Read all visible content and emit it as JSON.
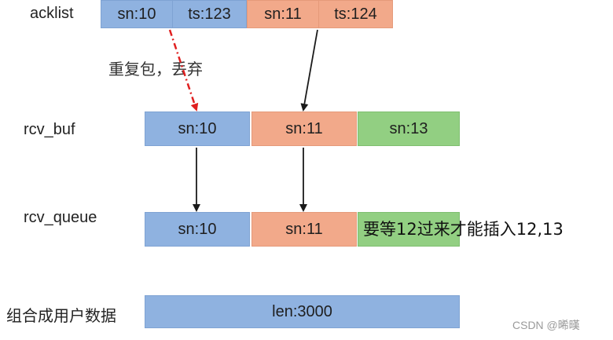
{
  "labels": {
    "acklist": "acklist",
    "rcv_buf": "rcv_buf",
    "rcv_queue": "rcv_queue",
    "combine": "组合成用户数据"
  },
  "acklist": [
    {
      "sn": "sn:10",
      "ts": "ts:123",
      "color": "#8fb2e0"
    },
    {
      "sn": "sn:11",
      "ts": "ts:124",
      "color": "#f2a98a"
    }
  ],
  "rcv_buf": [
    "sn:10",
    "sn:11",
    "sn:13"
  ],
  "rcv_queue": [
    "sn:10",
    "sn:11"
  ],
  "notes": {
    "duplicate": "重复包，丢弃",
    "waiting": "要等12过来才能插入12,13"
  },
  "user_data": "len:3000",
  "watermark": "CSDN @晞暵",
  "colors": {
    "blue": "#8fb2e0",
    "orange": "#f2a98a",
    "green": "#92cf82",
    "dashed_arrow": "#e02020",
    "solid_arrow": "#1a1a1a"
  }
}
